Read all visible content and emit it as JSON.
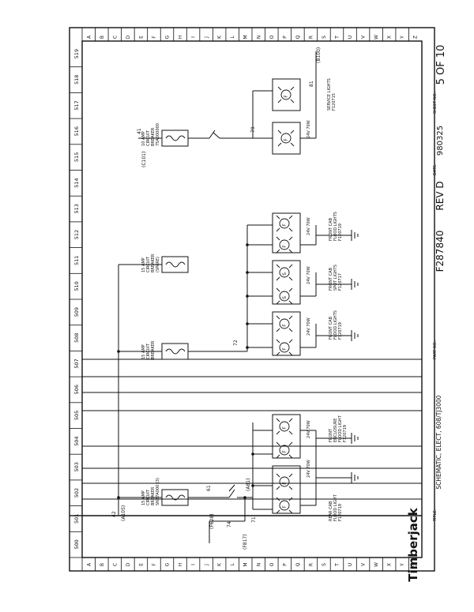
{
  "grid": {
    "columns": [
      "500",
      "501",
      "502",
      "503",
      "504",
      "505",
      "506",
      "507",
      "508",
      "509",
      "510",
      "511",
      "512",
      "513",
      "514",
      "515",
      "516",
      "517",
      "518",
      "519"
    ],
    "rows": [
      "A",
      "B",
      "C",
      "D",
      "E",
      "F",
      "G",
      "H",
      "I",
      "J",
      "K",
      "L",
      "M",
      "N",
      "O",
      "P",
      "Q",
      "R",
      "S",
      "T",
      "U",
      "V",
      "W",
      "X",
      "Y",
      "Z"
    ]
  },
  "title_block": {
    "brand": "Timberjack",
    "title_label": "TITLE:",
    "title": "SCHEMATIC, ELECT, 608/TJ3000",
    "part_label": "PART NO.:",
    "part_no": "F287840",
    "rev": "REV D",
    "date_label": "DATE:",
    "date": "980325",
    "sheet_label": "SHEET NO.:",
    "sheet": "5 OF 10"
  },
  "wires": {
    "w42": "42",
    "a105": "(A105)",
    "w74": "74",
    "f628": "(F628)",
    "f817": "(F817)",
    "w71": "71",
    "w61": "61",
    "a81": "(A81)",
    "w72": "72",
    "w41": "41",
    "c101": "(C101)",
    "w79": "79",
    "w81": "81",
    "b100": "(B100)"
  },
  "breakers": {
    "cb1": [
      "15 AMP",
      "CIRCUIT",
      "BREAKER",
      "SN27A000 (3)"
    ],
    "cb2": [
      "15 AMP",
      "CIRCUIT",
      "BREAKER"
    ],
    "cb3": [
      "15 AMP",
      "CIRCUIT",
      "BREAKER",
      "(SPARE)"
    ],
    "cb4": [
      "10 AMP",
      "CIRCUIT",
      "BREAKER",
      "75A000000"
    ]
  },
  "lights": {
    "rating": "24V 70W",
    "rear_cab": [
      "REAR CAB",
      "FLOOD LIGHT",
      "F120719"
    ],
    "front_enclosure": [
      "FRONT",
      "ENCLOSURE",
      "FLOOD LIGHT",
      "F120719"
    ],
    "front_cab_flood": [
      "FRONT CAB",
      "FLOOD LIGHTS",
      "F120719"
    ],
    "front_cab_spot": [
      "FRONT CAB",
      "SPOT LIGHTS",
      "F120717"
    ],
    "front_cab_flood2": [
      "FRONT CAB",
      "FLOOD LIGHTS",
      "F120719"
    ],
    "service": [
      "SERVICE LIGHTS",
      "F120715"
    ]
  },
  "lamp_letters": {
    "flood": "F",
    "spot": "S"
  }
}
